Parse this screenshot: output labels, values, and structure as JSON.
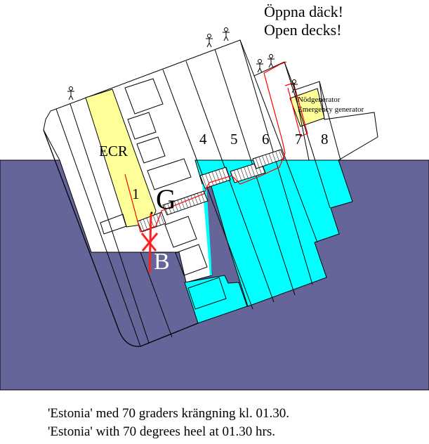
{
  "header": {
    "line_sv": "Öppna däck!",
    "line_en": "Open decks!"
  },
  "labels": {
    "ecr": "ECR",
    "compartments": [
      "1",
      "4",
      "5",
      "6",
      "7",
      "8"
    ],
    "center_of_gravity": "G",
    "center_of_buoyancy": "B",
    "emergency_generator_sv": "Nödgenerator",
    "emergency_generator_en": "Emergency generator"
  },
  "caption": {
    "line_sv": "'Estonia' med 70 graders krängning kl. 01.30.",
    "line_en": "'Estonia' with 70 degrees heel at 01.30 hrs."
  },
  "colors": {
    "water": "#65659a",
    "flooded": "#00ffff",
    "highlight": "#ffff99",
    "route": "#ff0000"
  },
  "heel_degrees": 70
}
